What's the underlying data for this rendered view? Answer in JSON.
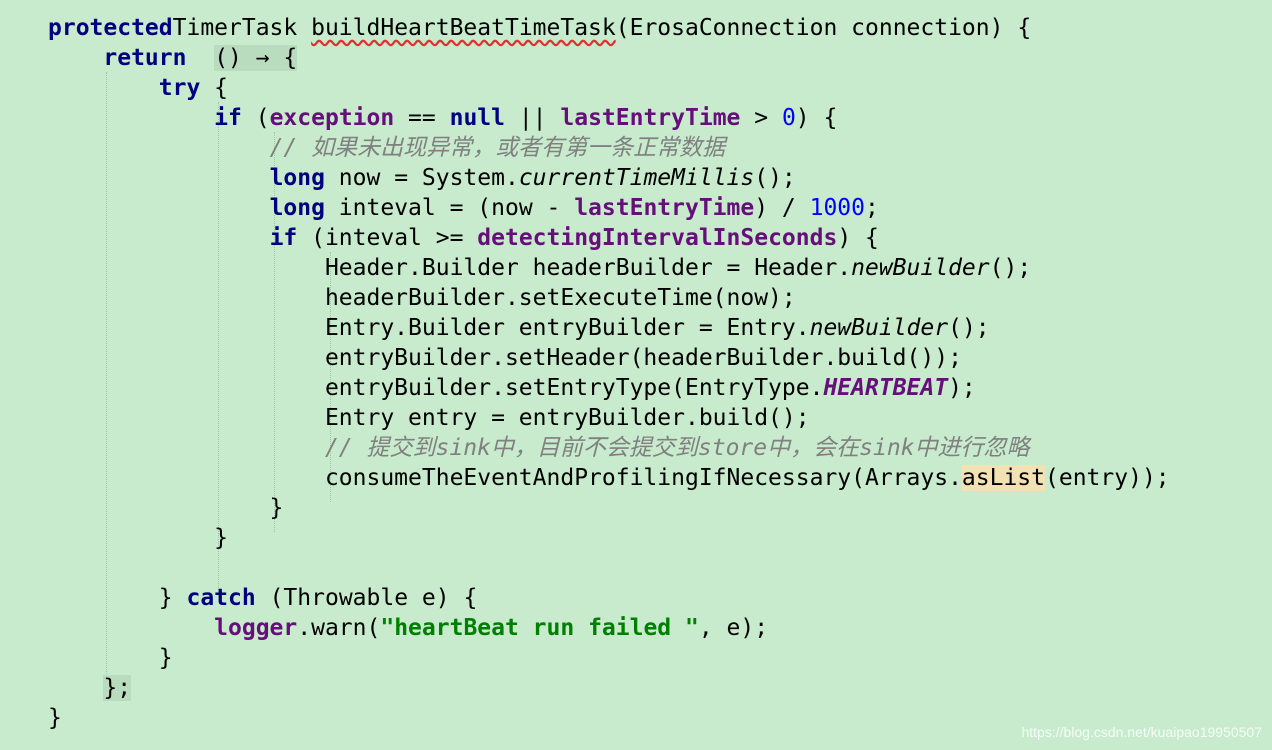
{
  "editor": {
    "lines": [
      {
        "tokens": [
          [
            "kw",
            "protected"
          ],
          [
            "",
            "TimerTask "
          ],
          [
            "squig",
            "buildHeartBeatTimeTask"
          ],
          [
            "",
            "(ErosaConnection connection) {"
          ]
        ]
      },
      {
        "tokens": [
          [
            "",
            "    "
          ],
          [
            "kw",
            "return"
          ],
          [
            "",
            "  "
          ],
          [
            "fold",
            "() → {"
          ]
        ]
      },
      {
        "tokens": [
          [
            "",
            "        "
          ],
          [
            "kw",
            "try"
          ],
          [
            "",
            ""
          ],
          [
            "",
            " {"
          ]
        ]
      },
      {
        "tokens": [
          [
            "",
            "            "
          ],
          [
            "kw",
            "if"
          ],
          [
            "",
            " ("
          ],
          [
            "fld",
            "exception"
          ],
          [
            "",
            " == "
          ],
          [
            "kw",
            "null"
          ],
          [
            "",
            " || "
          ],
          [
            "fld",
            "lastEntryTime"
          ],
          [
            "",
            " > "
          ],
          [
            "num",
            "0"
          ],
          [
            "",
            ") {"
          ]
        ]
      },
      {
        "tokens": [
          [
            "",
            "                "
          ],
          [
            "cmt",
            "// 如果未出现异常，或者有第一条正常数据"
          ]
        ]
      },
      {
        "tokens": [
          [
            "",
            "                "
          ],
          [
            "kw",
            "long"
          ],
          [
            "",
            " now = System."
          ],
          [
            "ital",
            "currentTimeMillis"
          ],
          [
            "",
            "();"
          ]
        ]
      },
      {
        "tokens": [
          [
            "",
            "                "
          ],
          [
            "kw",
            "long"
          ],
          [
            "",
            " inteval = (now - "
          ],
          [
            "fld",
            "lastEntryTime"
          ],
          [
            "",
            ") / "
          ],
          [
            "num",
            "1000"
          ],
          [
            "",
            ";"
          ]
        ]
      },
      {
        "tokens": [
          [
            "",
            "                "
          ],
          [
            "kw",
            "if"
          ],
          [
            "",
            " (inteval >= "
          ],
          [
            "fld",
            "detectingIntervalInSeconds"
          ],
          [
            "",
            ") {"
          ]
        ]
      },
      {
        "tokens": [
          [
            "",
            "                    Header.Builder headerBuilder = Header."
          ],
          [
            "ital",
            "newBuilder"
          ],
          [
            "",
            "();"
          ]
        ]
      },
      {
        "tokens": [
          [
            "",
            "                    headerBuilder.setExecuteTime(now);"
          ]
        ]
      },
      {
        "tokens": [
          [
            "",
            "                    Entry.Builder entryBuilder = Entry."
          ],
          [
            "ital",
            "newBuilder"
          ],
          [
            "",
            "();"
          ]
        ]
      },
      {
        "tokens": [
          [
            "",
            "                    entryBuilder.setHeader(headerBuilder.build());"
          ]
        ]
      },
      {
        "tokens": [
          [
            "",
            "                    entryBuilder.setEntryType(EntryType."
          ],
          [
            "fldi",
            "HEARTBEAT"
          ],
          [
            "",
            ");"
          ]
        ]
      },
      {
        "tokens": [
          [
            "",
            "                    Entry entry = entryBuilder.build();"
          ]
        ]
      },
      {
        "tokens": [
          [
            "",
            "                    "
          ],
          [
            "cmt",
            "// 提交到sink中，目前不会提交到store中，会在sink中进行忽略"
          ]
        ]
      },
      {
        "tokens": [
          [
            "",
            "                    consumeTheEventAndProfilingIfNecessary(Arrays."
          ],
          [
            "hl",
            "asList"
          ],
          [
            "",
            "(entry));"
          ]
        ]
      },
      {
        "tokens": [
          [
            "",
            "                }"
          ]
        ]
      },
      {
        "tokens": [
          [
            "",
            "            }"
          ]
        ]
      },
      {
        "tokens": []
      },
      {
        "tokens": [
          [
            "",
            "        } "
          ],
          [
            "kw",
            "catch"
          ],
          [
            "",
            " (Throwable e) {"
          ]
        ]
      },
      {
        "tokens": [
          [
            "",
            "            "
          ],
          [
            "fld",
            "logger"
          ],
          [
            "",
            ".warn("
          ],
          [
            "str",
            "\"heartBeat run failed \""
          ],
          [
            "",
            ", e);"
          ]
        ]
      },
      {
        "tokens": [
          [
            "",
            "        }"
          ]
        ]
      },
      {
        "tokens": [
          [
            "",
            "    "
          ],
          [
            "fold",
            "};"
          ]
        ]
      },
      {
        "tokens": [
          [
            "",
            "}"
          ]
        ]
      }
    ]
  },
  "watermark": "https://blog.csdn.net/kuaipao19950507"
}
